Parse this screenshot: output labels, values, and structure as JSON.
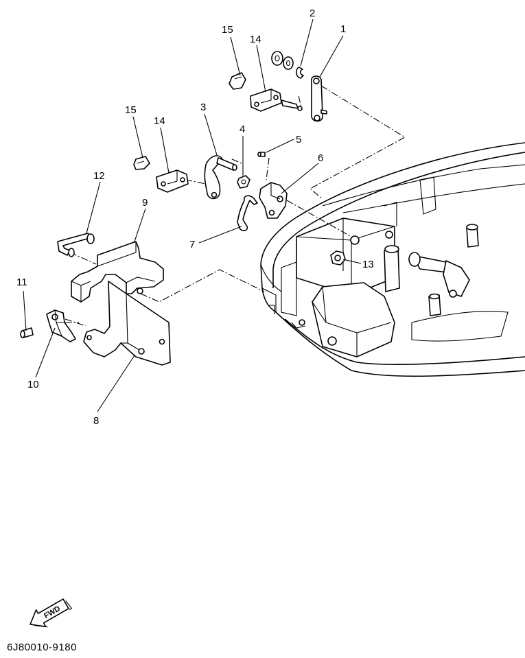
{
  "callouts": {
    "c1": "1",
    "c2": "2",
    "c3": "3",
    "c4": "4",
    "c5": "5",
    "c6": "6",
    "c7": "7",
    "c8": "8",
    "c9": "9",
    "c10": "10",
    "c11": "11",
    "c12": "12",
    "c13": "13",
    "c14a": "14",
    "c14b": "14",
    "c15a": "15",
    "c15b": "15"
  },
  "fwd_arrow": {
    "label": "FWD"
  },
  "diagram_code": "6J80010-9180"
}
